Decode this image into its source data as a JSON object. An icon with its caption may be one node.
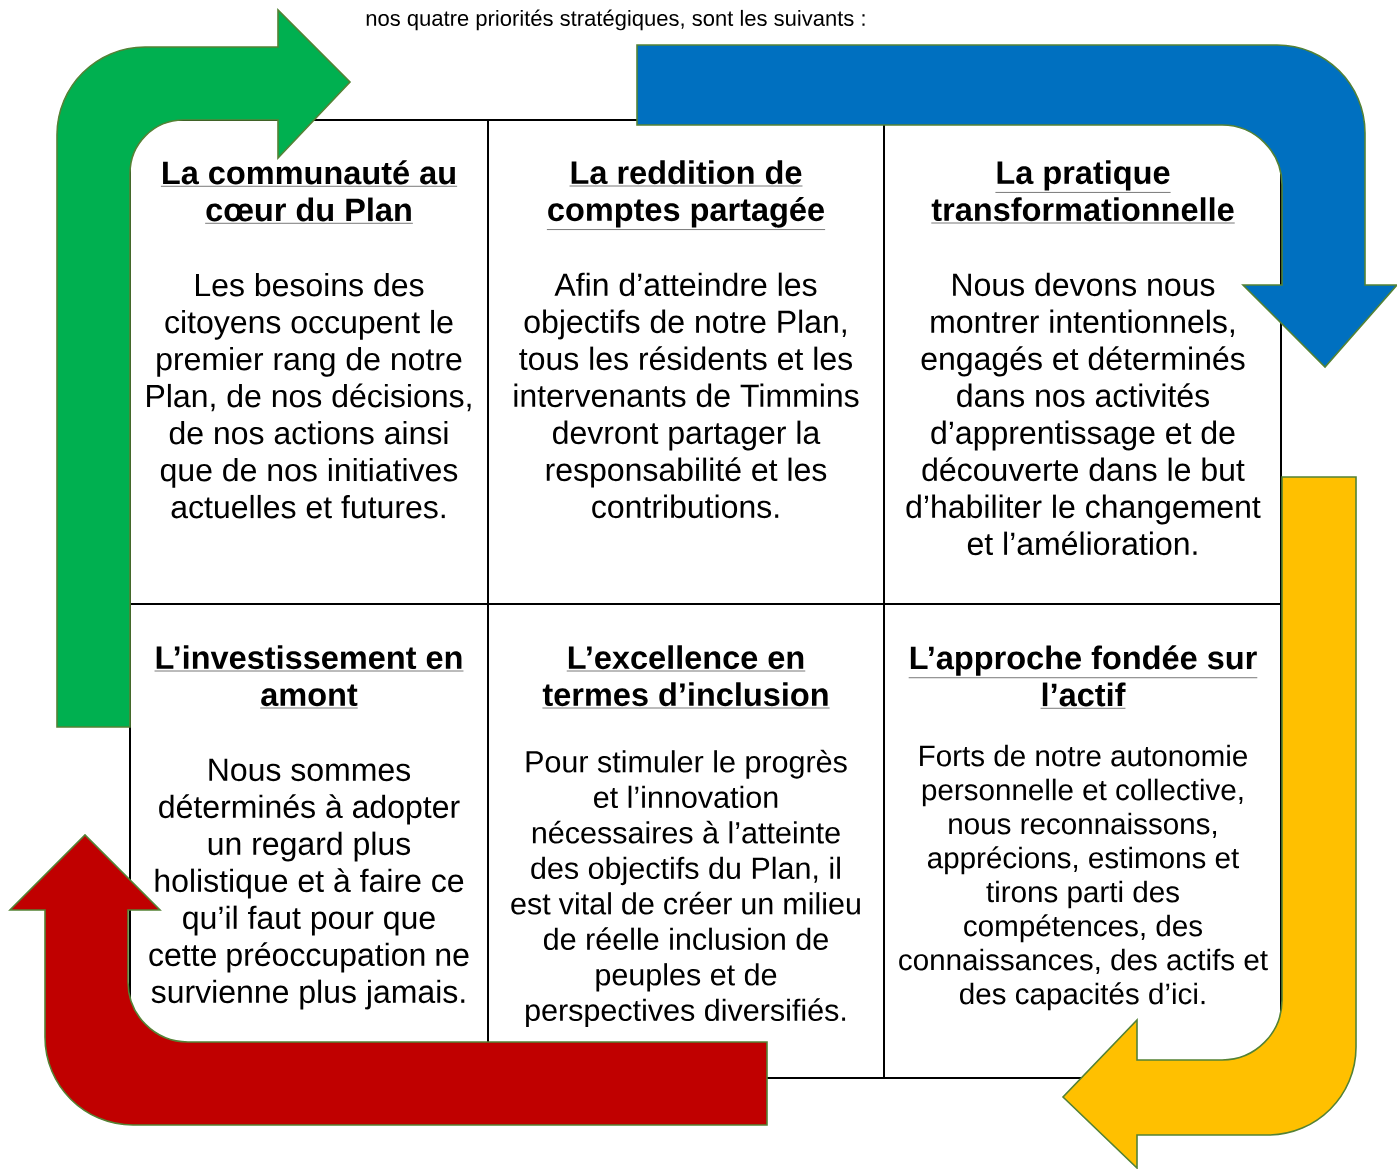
{
  "diagram": {
    "nodes": [
      {
        "text": [
          "La communauté au cœur du Plan",
          "Les besoins des citoyens occupent le premier rang de notre Plan, de nos décisions, de nos actions ainsi que de nos initiatives actuelles et futures."
        ]
      },
      {
        "text": [
          "La reddition de comptes partagée",
          "Afin d’atteindre les objectifs de notre Plan, tous les résidents et les intervenants de Timmins devront partager la responsabilité et les contributions."
        ]
      },
      {
        "text": [
          "La pratique transformationnelle",
          "Nous devons nous montrer intentionnels, engagés et déterminés dans nos activités d’apprentissage et de découverte dans le but d’habiliter le changement et l’amélioration."
        ]
      },
      {
        "text": [
          "L’investissement en amont",
          "Nous sommes déterminés à adopter un regard plus holistique et à faire ce qu’il faut pour que cette préoccupation ne survienne plus jamais."
        ]
      },
      {
        "text": [
          "L’excellence en termes d’inclusion",
          "Pour stimuler le progrès et l’innovation nécessaires à l’atteinte des objectifs du Plan, il est vital de créer un milieu de réelle inclusion de peuples et de perspectives diversifiés."
        ]
      },
      {
        "text": [
          "L’approche fondée sur l’actif",
          "Forts de notre autonomie personnelle et collective, nous reconnaissons, apprécions, estimons et tirons parti des compétences, des connaissances, des actifs et des capacités d’ici."
        ]
      }
    ],
    "edges": [
      {
        "from": 3,
        "to": 0,
        "arrow": "to",
        "color": "#00b050"
      },
      {
        "from": 1,
        "to": 2,
        "arrow": "to",
        "color": "#0070c0"
      },
      {
        "from": 2,
        "to": 5,
        "arrow": "to",
        "color": "#ffc000"
      },
      {
        "from": 4,
        "to": 3,
        "arrow": "to",
        "color": "#c00000"
      }
    ],
    "labels": [
      "nos quatre priorités stratégiques, sont les suivants :"
    ]
  }
}
